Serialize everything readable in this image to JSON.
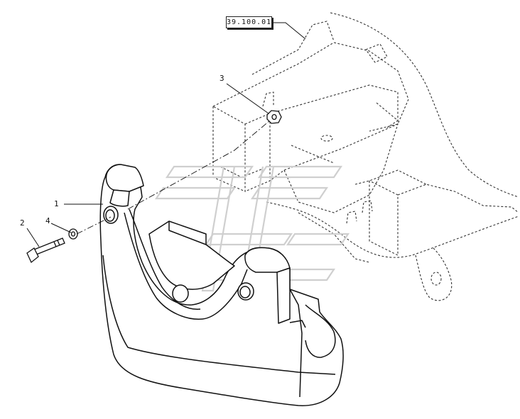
{
  "reference": {
    "label": "39.100.01"
  },
  "callouts": [
    {
      "id": "1",
      "label": "1"
    },
    {
      "id": "2",
      "label": "2"
    },
    {
      "id": "3",
      "label": "3"
    },
    {
      "id": "4",
      "label": "4"
    }
  ],
  "colors": {
    "line": "#1a1a1a",
    "hidden_line": "#333333",
    "watermark": "#d9d9d9",
    "background": "#ffffff"
  }
}
